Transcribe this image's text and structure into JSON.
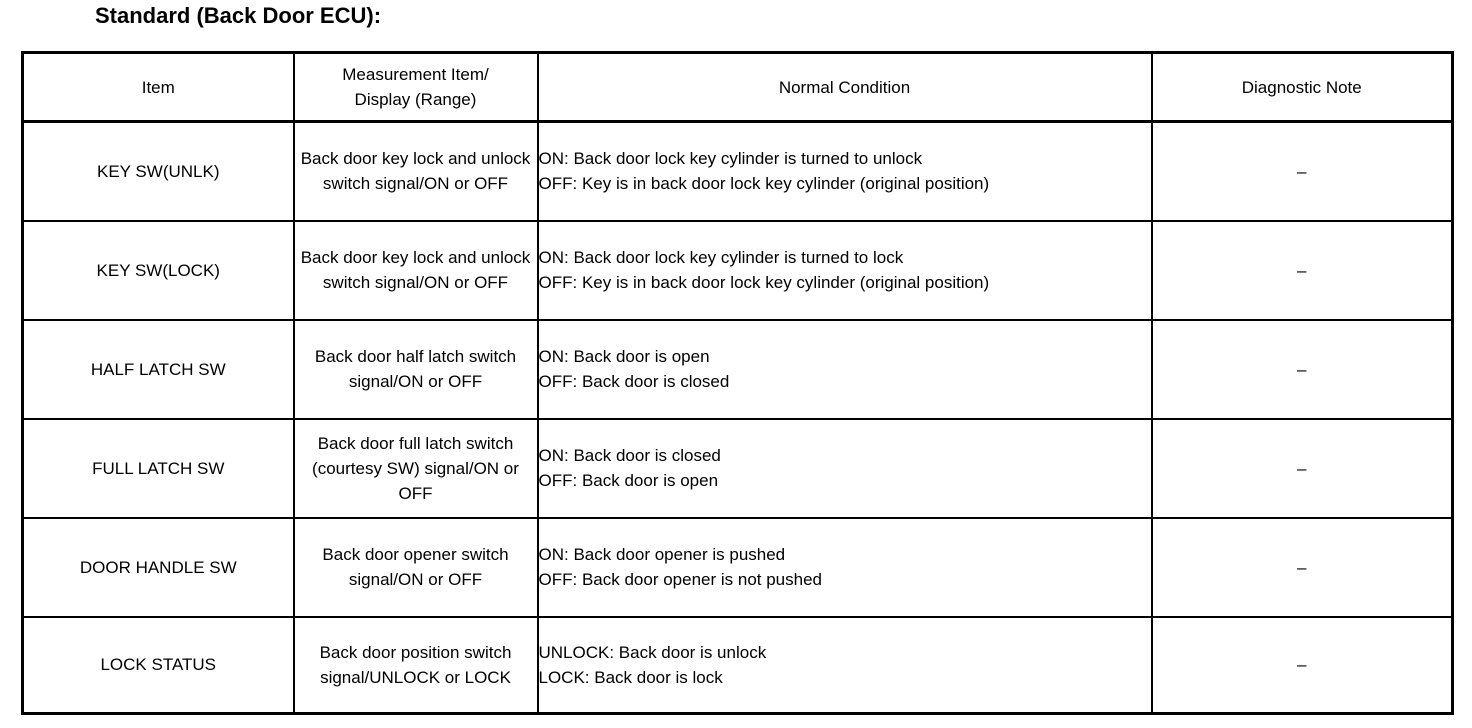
{
  "document": {
    "section_title": "Standard (Back Door ECU):"
  },
  "table": {
    "headers": {
      "item": "Item",
      "measurement_line1": "Measurement Item/",
      "measurement_line2": "Display (Range)",
      "normal_condition": "Normal Condition",
      "diagnostic_note": "Diagnostic Note"
    },
    "rows": [
      {
        "item": "KEY SW(UNLK)",
        "measurement": "Back door key lock and unlock switch signal/ON or OFF",
        "condition_line1": "ON: Back door lock key cylinder is turned to unlock",
        "condition_line2": "OFF: Key is in back door lock key cylinder (original position)",
        "note": "–"
      },
      {
        "item": "KEY SW(LOCK)",
        "measurement": "Back door key lock and unlock switch signal/ON or OFF",
        "condition_line1": "ON: Back door lock key cylinder is turned to lock",
        "condition_line2": "OFF: Key is in back door lock key cylinder (original position)",
        "note": "–"
      },
      {
        "item": "HALF LATCH SW",
        "measurement": "Back door half latch switch signal/ON or OFF",
        "condition_line1": "ON: Back door is open",
        "condition_line2": "OFF: Back door is closed",
        "note": "–"
      },
      {
        "item": "FULL LATCH SW",
        "measurement": "Back door full latch switch (courtesy SW) signal/ON or OFF",
        "condition_line1": "ON: Back door is closed",
        "condition_line2": "OFF: Back door is open",
        "note": "–"
      },
      {
        "item": "DOOR HANDLE SW",
        "measurement": "Back door opener switch signal/ON or OFF",
        "condition_line1": "ON: Back door opener is pushed",
        "condition_line2": "OFF: Back door opener is not pushed",
        "note": "–"
      },
      {
        "item": "LOCK STATUS",
        "measurement": "Back door position switch signal/UNLOCK or LOCK",
        "condition_line1": "UNLOCK: Back door is unlock",
        "condition_line2": "LOCK: Back door is lock",
        "note": "–"
      }
    ]
  },
  "colors": {
    "text": "#000000",
    "background": "#ffffff",
    "border": "#000000"
  }
}
